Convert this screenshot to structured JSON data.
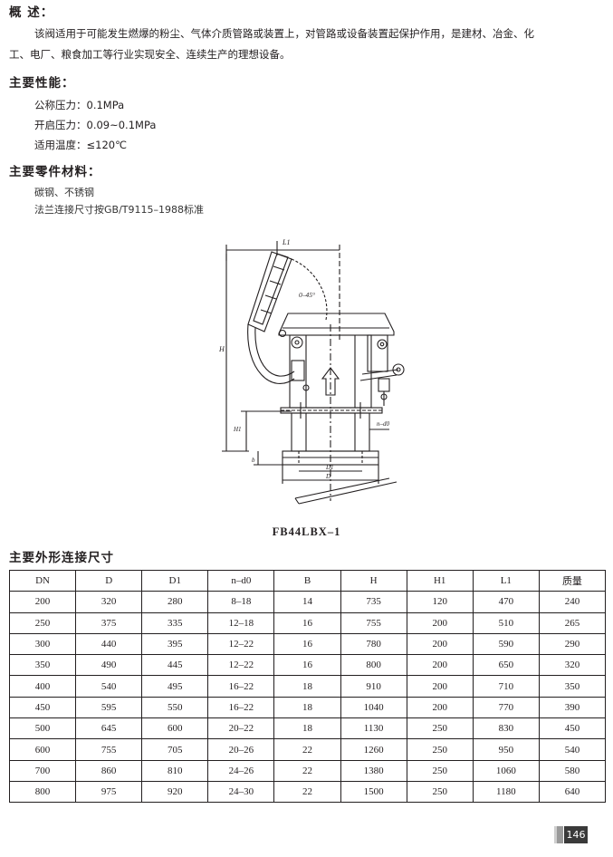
{
  "overview": {
    "heading": "概 述：",
    "line1": "该阀适用于可能发生燃爆的粉尘、气体介质管路或装置上，对管路或设备装置起保护作用，是建材、冶金、化",
    "line2": "工、电厂、粮食加工等行业实现安全、连续生产的理想设备。"
  },
  "performance": {
    "heading": "主要性能：",
    "items": [
      "公称压力：0.1MPa",
      "开启压力：0.09~0.1MPa",
      "适用温度：≤120℃"
    ]
  },
  "materials": {
    "heading": "主要零件材料：",
    "items": [
      "碳钢、不锈钢",
      "法兰连接尺寸按GB/T9115–1988标准"
    ]
  },
  "drawing": {
    "labels": {
      "l1": "L1",
      "angle": "0–45°",
      "h": "H",
      "h1": "H1",
      "b": "b",
      "d1": "D1",
      "d": "D",
      "nd0": "n–d0"
    },
    "caption": "FB44LBX–1"
  },
  "dimensions": {
    "heading": "主要外形连接尺寸",
    "columns": [
      "DN",
      "D",
      "D1",
      "n–d0",
      "B",
      "H",
      "H1",
      "L1",
      "质量"
    ],
    "rows": [
      [
        "200",
        "320",
        "280",
        "8–18",
        "14",
        "735",
        "120",
        "470",
        "240"
      ],
      [
        "250",
        "375",
        "335",
        "12–18",
        "16",
        "755",
        "200",
        "510",
        "265"
      ],
      [
        "300",
        "440",
        "395",
        "12–22",
        "16",
        "780",
        "200",
        "590",
        "290"
      ],
      [
        "350",
        "490",
        "445",
        "12–22",
        "16",
        "800",
        "200",
        "650",
        "320"
      ],
      [
        "400",
        "540",
        "495",
        "16–22",
        "18",
        "910",
        "200",
        "710",
        "350"
      ],
      [
        "450",
        "595",
        "550",
        "16–22",
        "18",
        "1040",
        "200",
        "770",
        "390"
      ],
      [
        "500",
        "645",
        "600",
        "20–22",
        "18",
        "1130",
        "250",
        "830",
        "450"
      ],
      [
        "600",
        "755",
        "705",
        "20–26",
        "22",
        "1260",
        "250",
        "950",
        "540"
      ],
      [
        "700",
        "860",
        "810",
        "24–26",
        "22",
        "1380",
        "250",
        "1060",
        "580"
      ],
      [
        "800",
        "975",
        "920",
        "24–30",
        "22",
        "1500",
        "250",
        "1180",
        "640"
      ]
    ]
  },
  "page_number": "146"
}
